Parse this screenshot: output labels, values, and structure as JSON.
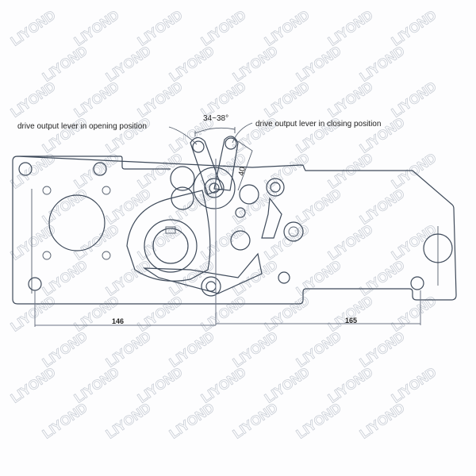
{
  "diagram": {
    "labels": {
      "opening": "drive output lever in opening position",
      "closing": "drive output lever in closing position",
      "angle": "34~38°",
      "lever_length": "40"
    },
    "dimensions": {
      "left": "146",
      "right": "165"
    },
    "watermark": "LIYOND LIYOND LIYOND LIYOND LIYOND LIYOND LIYOND LIYOND"
  },
  "colors": {
    "line": "#3e4a5a",
    "watermark": "#c9ced6"
  }
}
